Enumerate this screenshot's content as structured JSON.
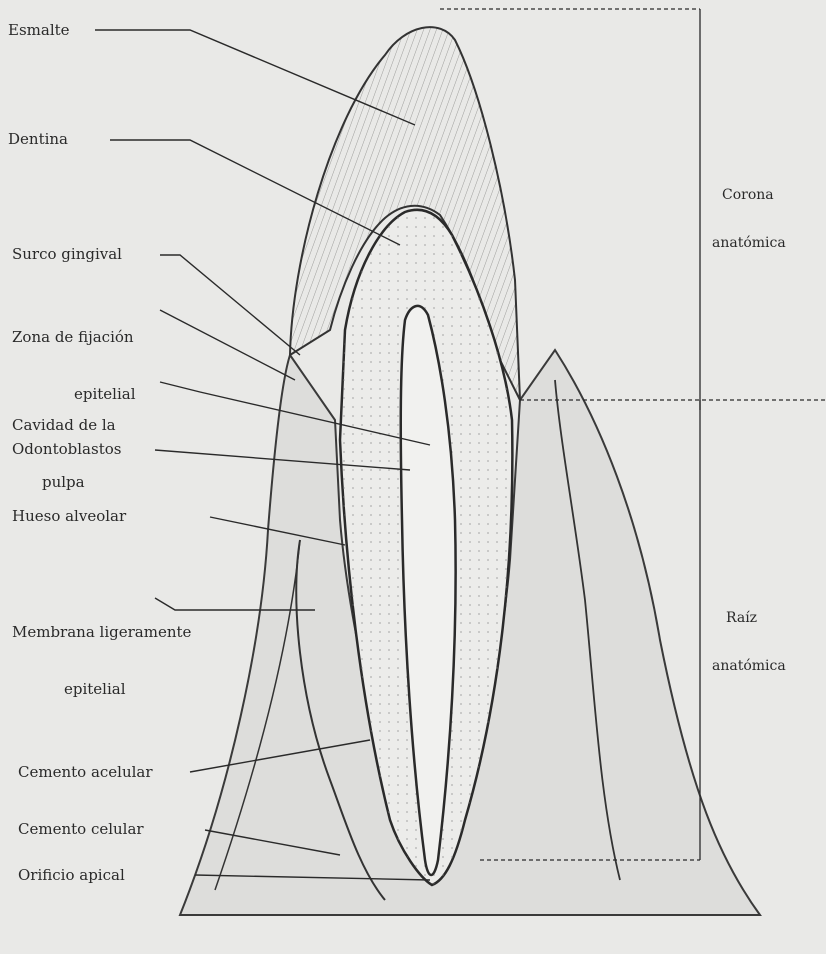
{
  "labels": {
    "esmalte": "Esmalte",
    "dentina": "Dentina",
    "surco_gingival": "Surco gingival",
    "zona_fijacion_1": "Zona de fijación",
    "zona_fijacion_2": "epitelial",
    "cavidad_pulpa_1": "Cavidad de la",
    "cavidad_pulpa_2": "pulpa",
    "odontoblastos": "Odontoblastos",
    "hueso_alveolar": "Hueso alveolar",
    "membrana_1": "Membrana ligeramente",
    "membrana_2": "epitelial",
    "cemento_acelular": "Cemento acelular",
    "cemento_celular": "Cemento celular",
    "orificio_apical": "Orificio apical"
  },
  "regions": {
    "corona_1": "Corona",
    "corona_2": "anatómica",
    "raiz_1": "Raíz",
    "raiz_2": "anatómica"
  }
}
